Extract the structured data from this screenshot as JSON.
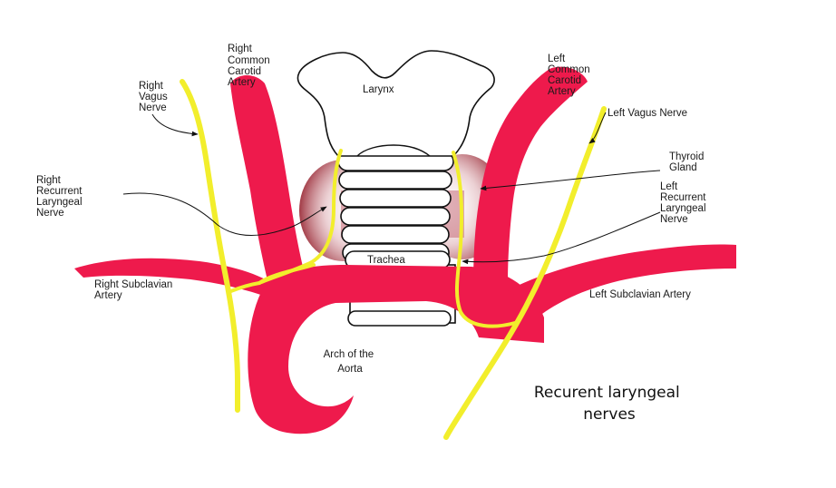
{
  "colors": {
    "artery": "#ee1a4c",
    "nerve": "#f2ee2c",
    "thyroid": "#8e0a18",
    "outline": "#111111"
  },
  "labels": {
    "larynx": "Larynx",
    "trachea": "Trachea",
    "right_common_carotid": [
      "Right",
      "Common",
      "Carotid",
      "Artery"
    ],
    "left_common_carotid": [
      "Left",
      "Common",
      "Carotid",
      "Artery"
    ],
    "right_vagus": [
      "Right",
      "Vagus",
      "Nerve"
    ],
    "left_vagus": "Left Vagus Nerve",
    "thyroid_gland": [
      "Thyroid",
      "Gland"
    ],
    "right_recurrent_laryngeal": [
      "Right",
      "Recurrent",
      "Laryngeal",
      "Nerve"
    ],
    "left_recurrent_laryngeal": [
      "Left",
      "Recurrent",
      "Laryngeal",
      "Nerve"
    ],
    "right_subclavian": [
      "Right Subclavian",
      "Artery"
    ],
    "left_subclavian": "Left Subclavian Artery",
    "arch_of_aorta": [
      "Arch of the",
      "Aorta"
    ]
  },
  "caption": [
    "Recurent laryngeal",
    "nerves"
  ]
}
